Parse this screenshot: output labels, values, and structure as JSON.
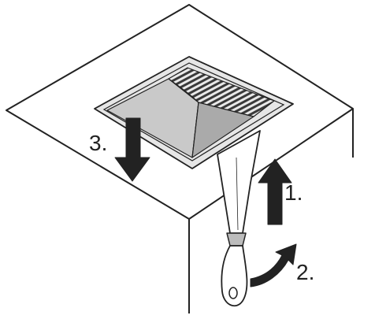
{
  "steps": {
    "step_1": "1.",
    "step_2": "2.",
    "step_3": "3."
  },
  "colors": {
    "line": "#222222",
    "arrow_fill": "#222222",
    "panel": "#ffffff",
    "cover_light": "#d8d8d8",
    "cover_mid": "#bcbcbc",
    "cover_dark": "#9a9a9a",
    "frame": "#e6e6e6"
  },
  "icons": {
    "tool": "putty-knife-icon",
    "arrow_up": "arrow-up-icon",
    "arrow_curved": "curved-arrow-icon",
    "arrow_down": "arrow-down-icon"
  }
}
